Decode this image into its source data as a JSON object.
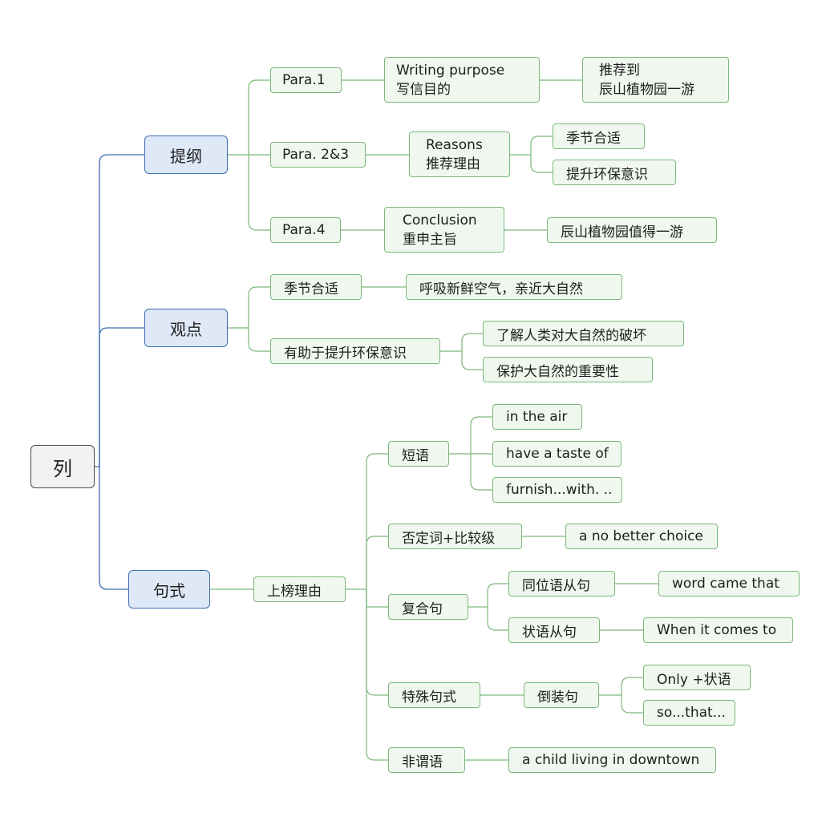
{
  "root": "列",
  "outline": {
    "label": "提纲",
    "p1": {
      "label": "Para.1",
      "purpose_en": "Writing purpose",
      "purpose_zh": "写信目的",
      "detail_l1": "推荐到",
      "detail_l2": "辰山植物园一游"
    },
    "p23": {
      "label": "Para. 2&3",
      "reasons_en": "Reasons",
      "reasons_zh": "推荐理由",
      "r1": "季节合适",
      "r2": "提升环保意识"
    },
    "p4": {
      "label": "Para.4",
      "concl_en": "Conclusion",
      "concl_zh": "重申主旨",
      "detail": "辰山植物园值得一游"
    }
  },
  "views": {
    "label": "观点",
    "v1": {
      "label": "季节合适",
      "detail": "呼吸新鲜空气，亲近大自然"
    },
    "v2": {
      "label": "有助于提升环保意识",
      "d1": "了解人类对大自然的破坏",
      "d2": "保护大自然的重要性"
    }
  },
  "sentences": {
    "label": "句式",
    "reason": "上榜理由",
    "phrase": {
      "label": "短语",
      "items": [
        "in the air",
        "have a taste of",
        "furnish...with. .."
      ]
    },
    "negative": {
      "label": "否定词+比较级",
      "example": "a no better choice"
    },
    "complex": {
      "label": "复合句",
      "appos": {
        "label": "同位语从句",
        "example": "word came that"
      },
      "adverbial": {
        "label": "状语从句",
        "example": "When it comes to"
      }
    },
    "special": {
      "label": "特殊句式",
      "inversion": "倒装句",
      "items": [
        "Only +状语",
        "so...that..."
      ]
    },
    "nonfinite": {
      "label": "非谓语",
      "example": "a child living in downtown"
    }
  }
}
